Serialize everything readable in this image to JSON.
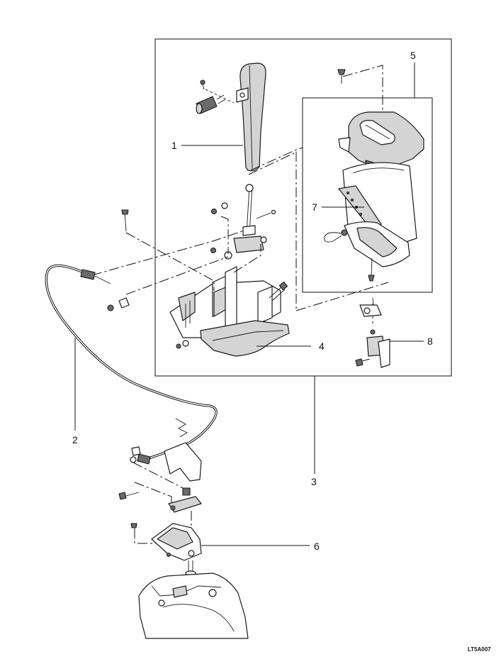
{
  "callouts": {
    "c1": "1",
    "c2": "2",
    "c3": "3",
    "c4": "4",
    "c5": "5",
    "c6": "6",
    "c7": "7",
    "c8": "8"
  },
  "figure_code": "LT5A007",
  "colors": {
    "line": "#111111",
    "part_fill": "#d4d4d4",
    "part_dark": "#6a6a6a",
    "background": "#ffffff"
  }
}
